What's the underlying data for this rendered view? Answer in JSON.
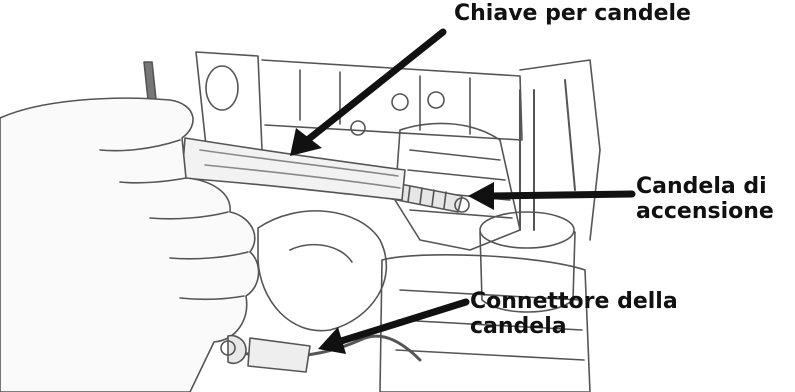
{
  "labels": {
    "wrench": {
      "line1": "Chiave per candele"
    },
    "plug": {
      "line1": "Candela di",
      "line2": "accensione"
    },
    "connector": {
      "line1": "Connettore della",
      "line2": "candela"
    }
  },
  "colors": {
    "ink": "#111111",
    "sketch": "#555555",
    "background": "#ffffff"
  }
}
